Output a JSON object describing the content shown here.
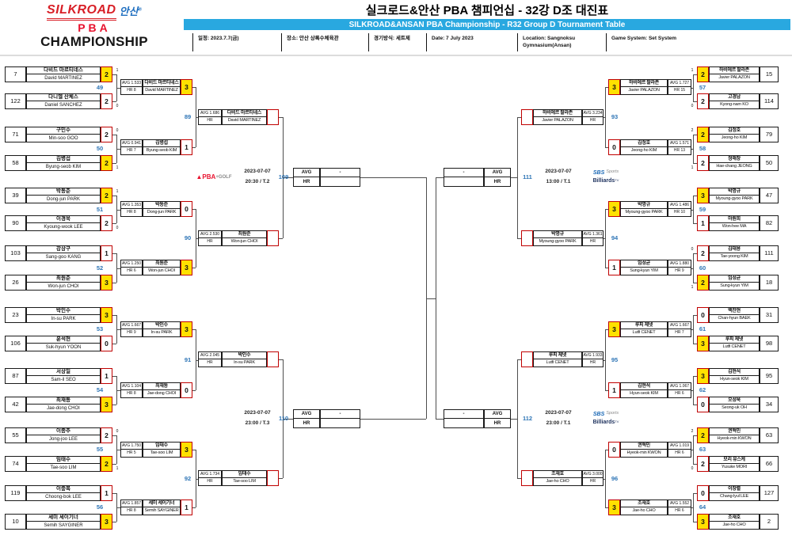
{
  "header": {
    "logo": {
      "silkroad": "SILKROAD",
      "ansan": "안산",
      "reg": "®",
      "pba": "PBA",
      "championship": "CHAMPIONSHIP"
    },
    "title": "실크로드&안산 PBA 챔피언십 - 32강 D조 대진표",
    "banner": "SILKROAD&ANSAN PBA Championship - R32 Group D Tournament Table",
    "info": [
      "일정: 2023.7.7(금)",
      "장소: 안산 상록수체육관",
      "경기방식: 세트제",
      "Date: 7 July 2023",
      "Location: Sangnoksu Gymnasium(Ansan)",
      "Game System: Set System"
    ]
  },
  "logos": {
    "pba": {
      "a": "▲PBA",
      "b": "+GOLF"
    },
    "sbs": {
      "a": "SBS",
      "b": "Sports",
      "c": "Billiards",
      "d": "TV"
    }
  },
  "bracket": {
    "left": {
      "r32": [
        {
          "num": "49",
          "players": [
            {
              "seed": "7",
              "kr": "다비드 마르티네스",
              "en": "David MARTINEZ",
              "score": "2",
              "win": true,
              "so": "1"
            },
            {
              "seed": "122",
              "kr": "다니엘 산체스",
              "en": "Daniel SANCHEZ",
              "score": "2",
              "win": false,
              "so": "0"
            }
          ]
        },
        {
          "num": "50",
          "players": [
            {
              "seed": "71",
              "kr": "구민수",
              "en": "Min-soo GOO",
              "score": "2",
              "win": false,
              "so": "0"
            },
            {
              "seed": "58",
              "kr": "김병섭",
              "en": "Byung-seob KIM",
              "score": "2",
              "win": true,
              "so": "1"
            }
          ]
        },
        {
          "num": "51",
          "players": [
            {
              "seed": "39",
              "kr": "박동준",
              "en": "Dong-jun PARK",
              "score": "2",
              "win": true,
              "so": "1"
            },
            {
              "seed": "90",
              "kr": "이경욱",
              "en": "Kyoung-wook LEE",
              "score": "2",
              "win": false,
              "so": "0"
            }
          ]
        },
        {
          "num": "52",
          "players": [
            {
              "seed": "103",
              "kr": "강상구",
              "en": "Sang-goo KANG",
              "score": "1",
              "win": false
            },
            {
              "seed": "26",
              "kr": "최원준",
              "en": "Won-jun CHOI",
              "score": "3",
              "win": true
            }
          ]
        },
        {
          "num": "53",
          "players": [
            {
              "seed": "23",
              "kr": "박인수",
              "en": "In-su PARK",
              "score": "3",
              "win": true
            },
            {
              "seed": "106",
              "kr": "윤석현",
              "en": "Suk-hyun YOON",
              "score": "0",
              "win": false
            }
          ]
        },
        {
          "num": "54",
          "players": [
            {
              "seed": "87",
              "kr": "서상일",
              "en": "Sam-il SEO",
              "score": "1",
              "win": false
            },
            {
              "seed": "42",
              "kr": "최재동",
              "en": "Jae-dong CHOI",
              "score": "3",
              "win": true
            }
          ]
        },
        {
          "num": "55",
          "players": [
            {
              "seed": "55",
              "kr": "이종주",
              "en": "Jong-joo LEE",
              "score": "2",
              "win": false,
              "so": "0"
            },
            {
              "seed": "74",
              "kr": "임태수",
              "en": "Tae-soo LIM",
              "score": "2",
              "win": true,
              "so": "1"
            }
          ]
        },
        {
          "num": "56",
          "players": [
            {
              "seed": "119",
              "kr": "이충복",
              "en": "Choong-bok LEE",
              "score": "1",
              "win": false
            },
            {
              "seed": "10",
              "kr": "세미 세이기너",
              "en": "Semih SAYGINER",
              "score": "3",
              "win": true
            }
          ]
        }
      ],
      "r16": [
        {
          "num": "89",
          "players": [
            {
              "kr": "다비드 마르티네스",
              "en": "David MARTINEZ",
              "avg": "AVG 1.533",
              "hr": "HR 8",
              "score": "3",
              "win": true
            },
            {
              "kr": "김병섭",
              "en": "Byung-seob KIM",
              "avg": "AVG 0.941",
              "hr": "HR 7",
              "score": "1",
              "win": false
            }
          ]
        },
        {
          "num": "90",
          "players": [
            {
              "kr": "박동준",
              "en": "Dong-jun PARK",
              "avg": "AVG 1.353",
              "hr": "HR 8",
              "score": "0",
              "win": false
            },
            {
              "kr": "최원준",
              "en": "Won-jun CHOI",
              "avg": "AVG 1.250",
              "hr": "HR 6",
              "score": "3",
              "win": true
            }
          ]
        },
        {
          "num": "91",
          "players": [
            {
              "kr": "박인수",
              "en": "In-su PARK",
              "avg": "AVG 1.667",
              "hr": "HR 9",
              "score": "3",
              "win": true
            },
            {
              "kr": "최재동",
              "en": "Jae-dong CHOI",
              "avg": "AVG 1.104",
              "hr": "HR 8",
              "score": "0",
              "win": false
            }
          ]
        },
        {
          "num": "92",
          "players": [
            {
              "kr": "임태수",
              "en": "Tae-soo LIM",
              "avg": "AVG 1.750",
              "hr": "HR 5",
              "score": "3",
              "win": true
            },
            {
              "kr": "세미 세이기너",
              "en": "Semih SAYGINER",
              "avg": "AVG 1.857",
              "hr": "HR 8",
              "score": "1",
              "win": false
            }
          ]
        }
      ],
      "qf": [
        {
          "kr": "다비드 마르티네스",
          "en": "David MARTINEZ",
          "avg": "AVG 1.686",
          "hr": "HR",
          "score": ""
        },
        {
          "kr": "최원준",
          "en": "Won-jun CHOI",
          "avg": "AVG 2.530",
          "hr": "HR",
          "score": ""
        },
        {
          "kr": "박인수",
          "en": "In-su PARK",
          "avg": "AVG 2.045",
          "hr": "HR",
          "score": ""
        },
        {
          "kr": "임태수",
          "en": "Tae-soo LIM",
          "avg": "AVG 1.734",
          "hr": "HR",
          "score": ""
        }
      ],
      "nodes": [
        {
          "num": "109",
          "date": "2023-07-07",
          "time": "20:30 / T.2",
          "logo": "pba",
          "result": {
            "avg_label": "AVG",
            "avg": "-",
            "hr_label": "HR",
            "hr": ""
          }
        },
        {
          "num": "110",
          "date": "2023-07-07",
          "time": "23:00 / T.3",
          "logo": "",
          "result": {
            "avg_label": "AVG",
            "avg": "-",
            "hr_label": "HR",
            "hr": ""
          }
        }
      ]
    },
    "right": {
      "r32": [
        {
          "num": "57",
          "players": [
            {
              "seed": "15",
              "kr": "하비에르 팔라존",
              "en": "Javier PALAZON",
              "score": "2",
              "win": true,
              "so": "1"
            },
            {
              "seed": "114",
              "kr": "고경남",
              "en": "Kyong-nam KO",
              "score": "2",
              "win": false,
              "so": "0"
            }
          ]
        },
        {
          "num": "58",
          "players": [
            {
              "seed": "79",
              "kr": "김정호",
              "en": "Jeong-ho KIM",
              "score": "2",
              "win": true,
              "so": "2"
            },
            {
              "seed": "50",
              "kr": "정해창",
              "en": "Hae-chang JEONG",
              "score": "2",
              "win": false,
              "so": "1"
            }
          ]
        },
        {
          "num": "59",
          "players": [
            {
              "seed": "47",
              "kr": "박명규",
              "en": "Myoung-gyoo PARK",
              "score": "3",
              "win": true
            },
            {
              "seed": "82",
              "kr": "마원희",
              "en": "Won-hee MA",
              "score": "1",
              "win": false
            }
          ]
        },
        {
          "num": "60",
          "players": [
            {
              "seed": "111",
              "kr": "김태용",
              "en": "Tae-yoong KIM",
              "score": "2",
              "win": false,
              "so": "0"
            },
            {
              "seed": "18",
              "kr": "임성균",
              "en": "Sung-kyun YIM",
              "score": "2",
              "win": true,
              "so": "1"
            }
          ]
        },
        {
          "num": "61",
          "players": [
            {
              "seed": "31",
              "kr": "백찬현",
              "en": "Chan-hyun BAEK",
              "score": "0",
              "win": false
            },
            {
              "seed": "98",
              "kr": "루피 체넷",
              "en": "Lutfi CENET",
              "score": "3",
              "win": true
            }
          ]
        },
        {
          "num": "62",
          "players": [
            {
              "seed": "95",
              "kr": "김현석",
              "en": "Hyun-seok KIM",
              "score": "3",
              "win": true
            },
            {
              "seed": "34",
              "kr": "오성욱",
              "en": "Seong-uk OH",
              "score": "0",
              "win": false
            }
          ]
        },
        {
          "num": "63",
          "players": [
            {
              "seed": "63",
              "kr": "권혁민",
              "en": "Hyeok-min KWON",
              "score": "2",
              "win": true,
              "so": "2"
            },
            {
              "seed": "66",
              "kr": "모리 유스케",
              "en": "Yusuke MORI",
              "score": "2",
              "win": false,
              "so": "0"
            }
          ]
        },
        {
          "num": "64",
          "players": [
            {
              "seed": "127",
              "kr": "이창렬",
              "en": "Chang-lyul LEE",
              "score": "0",
              "win": false
            },
            {
              "seed": "2",
              "kr": "조재호",
              "en": "Jae-ho CHO",
              "score": "3",
              "win": true
            }
          ]
        }
      ],
      "r16": [
        {
          "num": "93",
          "players": [
            {
              "kr": "하비에르 팔라존",
              "en": "Javier PALAZON",
              "avg": "AVG 1.727",
              "hr": "HR 15",
              "score": "3",
              "win": true
            },
            {
              "kr": "김정호",
              "en": "Jeong-ho KIM",
              "avg": "AVG 1.571",
              "hr": "HR 13",
              "score": "0",
              "win": false
            }
          ]
        },
        {
          "num": "94",
          "players": [
            {
              "kr": "박명규",
              "en": "Myoung-gyoo PARK",
              "avg": "AVG 1.486",
              "hr": "HR 10",
              "score": "3",
              "win": true
            },
            {
              "kr": "임성균",
              "en": "Sung-kyun YIM",
              "avg": "AVG 1.880",
              "hr": "HR 9",
              "score": "1",
              "win": false
            }
          ]
        },
        {
          "num": "95",
          "players": [
            {
              "kr": "루피 체넷",
              "en": "Lutfi CENET",
              "avg": "AVG 1.667",
              "hr": "HR 7",
              "score": "3",
              "win": true
            },
            {
              "kr": "김현석",
              "en": "Hyun-seok KIM",
              "avg": "AVG 1.067",
              "hr": "HR 6",
              "score": "1",
              "win": false
            }
          ]
        },
        {
          "num": "96",
          "players": [
            {
              "kr": "권혁민",
              "en": "Hyeok-min KWON",
              "avg": "AVG 1.019",
              "hr": "HR 6",
              "score": "0",
              "win": false
            },
            {
              "kr": "조재호",
              "en": "Jae-ho CHO",
              "avg": "AVG 1.552",
              "hr": "HR 6",
              "score": "3",
              "win": true
            }
          ]
        }
      ],
      "qf": [
        {
          "kr": "하비에르 팔라존",
          "en": "Javier PALAZON",
          "avg": "AVG 3.234",
          "hr": "HR",
          "score": ""
        },
        {
          "kr": "박명규",
          "en": "Myoung-gyoo PARK",
          "avg": "AVG 1.361",
          "hr": "HR",
          "score": ""
        },
        {
          "kr": "루피 체넷",
          "en": "Lutfi CENET",
          "avg": "AVG 1.933",
          "hr": "HR",
          "score": ""
        },
        {
          "kr": "조재호",
          "en": "Jae-ho CHO",
          "avg": "AVG 3.000",
          "hr": "HR",
          "score": ""
        }
      ],
      "nodes": [
        {
          "num": "111",
          "date": "2023-07-07",
          "time": "13:00 / T.1",
          "logo": "sbs",
          "result": {
            "avg_label": "AVG",
            "avg": "-",
            "hr_label": "HR",
            "hr": ""
          }
        },
        {
          "num": "112",
          "date": "2023-07-07",
          "time": "23:00 / T.1",
          "logo": "sbs",
          "result": {
            "avg_label": "AVG",
            "avg": "-",
            "hr_label": "HR",
            "hr": ""
          }
        }
      ]
    }
  }
}
